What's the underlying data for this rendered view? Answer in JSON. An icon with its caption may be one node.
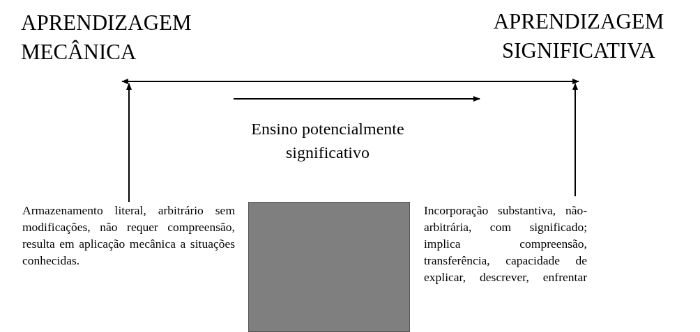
{
  "diagram": {
    "nodes": [
      {
        "text": [
          "APRENDIZAGEM MECÂNICA"
        ]
      },
      {
        "text": [
          "APRENDIZAGEM SIGNIFICATIVA"
        ]
      },
      {
        "text": [
          "Ensino potencialmente significativo"
        ]
      },
      {
        "text": [
          "Armazenamento literal, arbitrário sem modificações, não requer compreensão, resulta em aplicação mecânica a situações conhecidas."
        ]
      },
      {
        "text": [],
        "shape": "box"
      },
      {
        "text": [
          "Incorporação substantiva, não-arbitrária, com significado; implica compreensão, transferência, capacidade de explicar, descrever, enfrentar"
        ]
      }
    ],
    "edges": [
      {
        "from": 0,
        "to": 1,
        "arrow": "both"
      },
      {
        "from": 3,
        "to": 0,
        "arrow": "to"
      },
      {
        "from": 5,
        "to": 1,
        "arrow": "to"
      }
    ]
  }
}
